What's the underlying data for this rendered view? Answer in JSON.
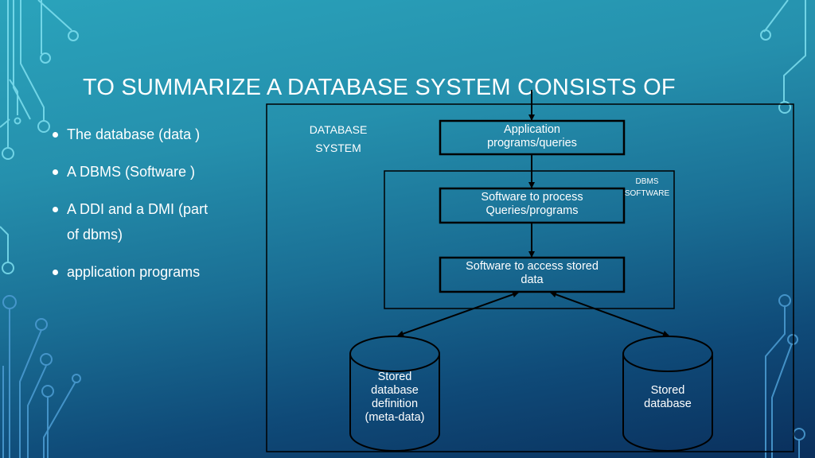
{
  "slide": {
    "title": "TO SUMMARIZE A DATABASE SYSTEM CONSISTS OF",
    "bullets": [
      {
        "text": "The database (data )"
      },
      {
        "text": "A DBMS (Software )"
      },
      {
        "text": " A DDI and a DMI (part"
      },
      {
        "text": "of dbms)"
      },
      {
        "text": " application programs"
      }
    ]
  },
  "diagram": {
    "outer_label_line1": "DATABASE",
    "outer_label_line2": "SYSTEM",
    "dbms_label_line1": "DBMS",
    "dbms_label_line2": "SOFTWARE",
    "boxes": [
      {
        "line1": "Application",
        "line2": "programs/queries"
      },
      {
        "line1": "Software to process",
        "line2": "Queries/programs"
      },
      {
        "line1": "Software to access stored",
        "line2": "data"
      }
    ],
    "cylinders": [
      {
        "lines": [
          "Stored",
          "database",
          "definition",
          "(meta-data)"
        ]
      },
      {
        "lines": [
          "Stored",
          "database"
        ]
      }
    ]
  }
}
